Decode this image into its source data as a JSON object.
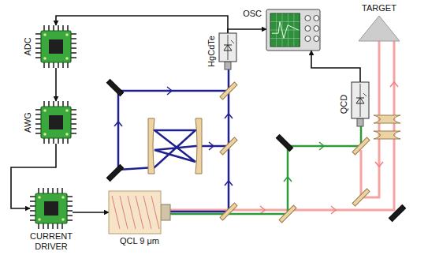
{
  "diagram": {
    "nodes": [
      {
        "text": [
          "ADC"
        ]
      },
      {
        "text": [
          "AWG"
        ]
      },
      {
        "text": [
          "CURRENT DRIVER"
        ]
      },
      {
        "text": [
          "QCL 9 μm"
        ]
      },
      {
        "text": [
          "HgCdTe"
        ]
      },
      {
        "text": [
          "OSC"
        ]
      },
      {
        "text": [
          "QCD"
        ]
      },
      {
        "text": [
          "TARGET"
        ]
      }
    ],
    "edges": [
      {
        "from": 4,
        "to": 0,
        "arrow": "to"
      },
      {
        "from": 4,
        "to": 5,
        "arrow": "to"
      },
      {
        "from": 0,
        "to": 1,
        "arrow": "to"
      },
      {
        "from": 1,
        "to": 2,
        "arrow": "to"
      },
      {
        "from": 2,
        "to": 3,
        "arrow": "to"
      },
      {
        "from": 6,
        "to": 5,
        "arrow": "to"
      }
    ]
  }
}
